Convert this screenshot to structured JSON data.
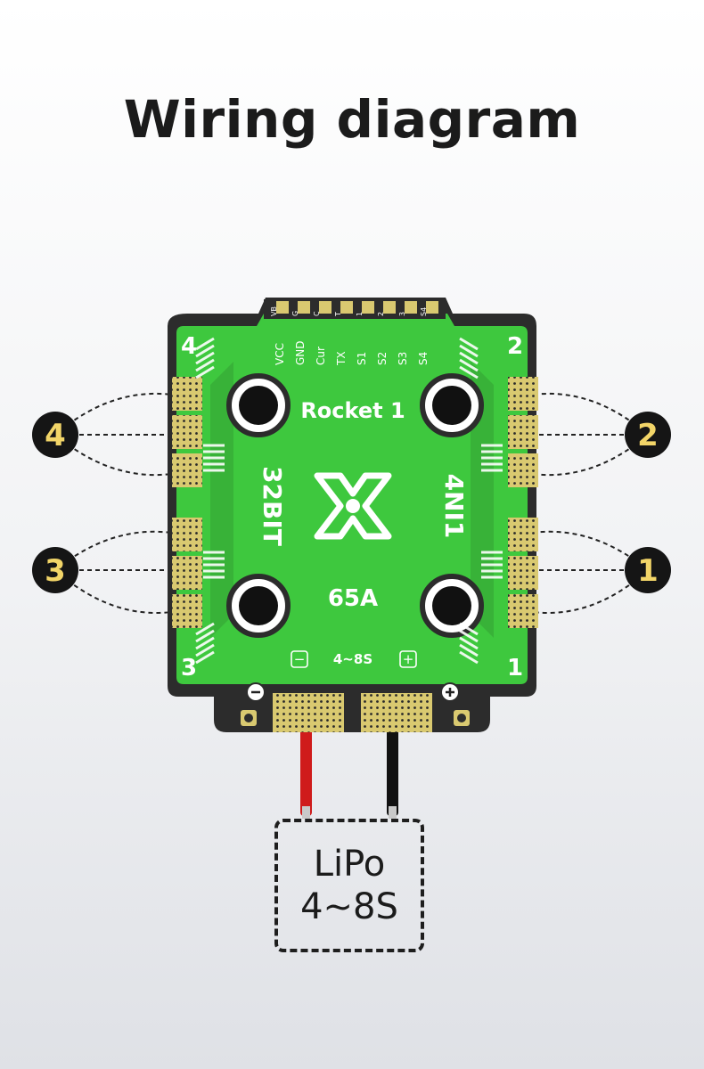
{
  "title": "Wiring diagram",
  "board": {
    "name": "Rocket 1",
    "side_left": "32BIT",
    "side_right": "4NI1",
    "current": "65A",
    "voltage": "4~8S",
    "minus_symbol": "−",
    "plus_symbol": "+",
    "header_pins": [
      "VB",
      "G",
      "C",
      "T",
      "1",
      "2",
      "3",
      "S4"
    ],
    "signal_labels": [
      "VCC",
      "GND",
      "Cur",
      "TX",
      "S1",
      "S2",
      "S3",
      "S4"
    ],
    "corner_numbers": [
      "4",
      "2",
      "3",
      "1"
    ],
    "colors": {
      "pcb": "#3ec83e",
      "frame": "#2a2a2a",
      "pad": "#d8c76a"
    }
  },
  "motors": [
    {
      "label": "4",
      "side": "left"
    },
    {
      "label": "2",
      "side": "right"
    },
    {
      "label": "3",
      "side": "left"
    },
    {
      "label": "1",
      "side": "right"
    }
  ],
  "battery": {
    "line1": "LiPo",
    "line2": "4~8S",
    "wire_colors": [
      "#d11a1a",
      "#111111"
    ]
  }
}
